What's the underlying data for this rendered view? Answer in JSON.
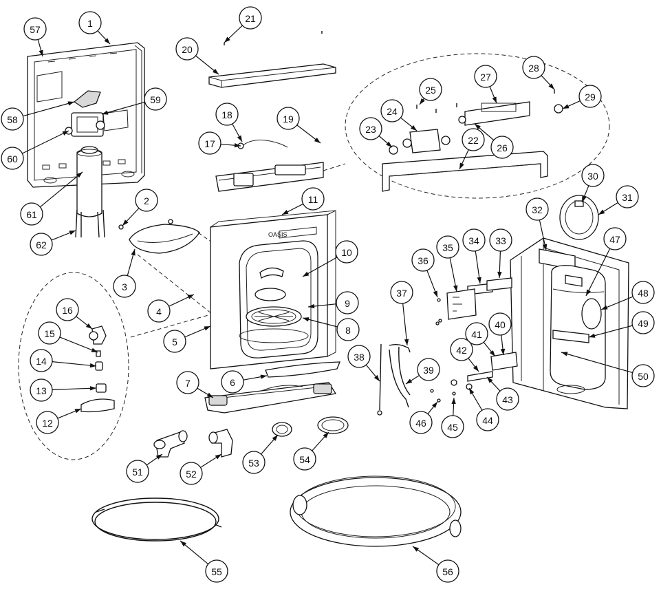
{
  "callouts": [
    {
      "id": "c1",
      "label": "1"
    },
    {
      "id": "c2",
      "label": "2"
    },
    {
      "id": "c3",
      "label": "3"
    },
    {
      "id": "c4",
      "label": "4"
    },
    {
      "id": "c5",
      "label": "5"
    },
    {
      "id": "c6",
      "label": "6"
    },
    {
      "id": "c7",
      "label": "7"
    },
    {
      "id": "c8",
      "label": "8"
    },
    {
      "id": "c9",
      "label": "9"
    },
    {
      "id": "c10",
      "label": "10"
    },
    {
      "id": "c11",
      "label": "11"
    },
    {
      "id": "c12",
      "label": "12"
    },
    {
      "id": "c13",
      "label": "13"
    },
    {
      "id": "c14",
      "label": "14"
    },
    {
      "id": "c15",
      "label": "15"
    },
    {
      "id": "c16",
      "label": "16"
    },
    {
      "id": "c17",
      "label": "17"
    },
    {
      "id": "c18",
      "label": "18"
    },
    {
      "id": "c19",
      "label": "19"
    },
    {
      "id": "c20",
      "label": "20"
    },
    {
      "id": "c21",
      "label": "21"
    },
    {
      "id": "c22",
      "label": "22"
    },
    {
      "id": "c23",
      "label": "23"
    },
    {
      "id": "c24",
      "label": "24"
    },
    {
      "id": "c25",
      "label": "25"
    },
    {
      "id": "c26",
      "label": "26"
    },
    {
      "id": "c27",
      "label": "27"
    },
    {
      "id": "c28",
      "label": "28"
    },
    {
      "id": "c29",
      "label": "29"
    },
    {
      "id": "c30",
      "label": "30"
    },
    {
      "id": "c31",
      "label": "31"
    },
    {
      "id": "c32",
      "label": "32"
    },
    {
      "id": "c33",
      "label": "33"
    },
    {
      "id": "c34",
      "label": "34"
    },
    {
      "id": "c35",
      "label": "35"
    },
    {
      "id": "c36",
      "label": "36"
    },
    {
      "id": "c37",
      "label": "37"
    },
    {
      "id": "c38",
      "label": "38"
    },
    {
      "id": "c39",
      "label": "39"
    },
    {
      "id": "c40",
      "label": "40"
    },
    {
      "id": "c41",
      "label": "41"
    },
    {
      "id": "c42",
      "label": "42"
    },
    {
      "id": "c43",
      "label": "43"
    },
    {
      "id": "c44",
      "label": "44"
    },
    {
      "id": "c45",
      "label": "45"
    },
    {
      "id": "c46",
      "label": "46"
    },
    {
      "id": "c47",
      "label": "47"
    },
    {
      "id": "c48",
      "label": "48"
    },
    {
      "id": "c49",
      "label": "49"
    },
    {
      "id": "c50",
      "label": "50"
    },
    {
      "id": "c51",
      "label": "51"
    },
    {
      "id": "c52",
      "label": "52"
    },
    {
      "id": "c53",
      "label": "53"
    },
    {
      "id": "c54",
      "label": "54"
    },
    {
      "id": "c55",
      "label": "55"
    },
    {
      "id": "c56",
      "label": "56"
    },
    {
      "id": "c57",
      "label": "57"
    },
    {
      "id": "c58",
      "label": "58"
    },
    {
      "id": "c59",
      "label": "59"
    },
    {
      "id": "c60",
      "label": "60"
    },
    {
      "id": "c61",
      "label": "61"
    },
    {
      "id": "c62",
      "label": "62"
    }
  ],
  "brand_mark": "OASIS"
}
